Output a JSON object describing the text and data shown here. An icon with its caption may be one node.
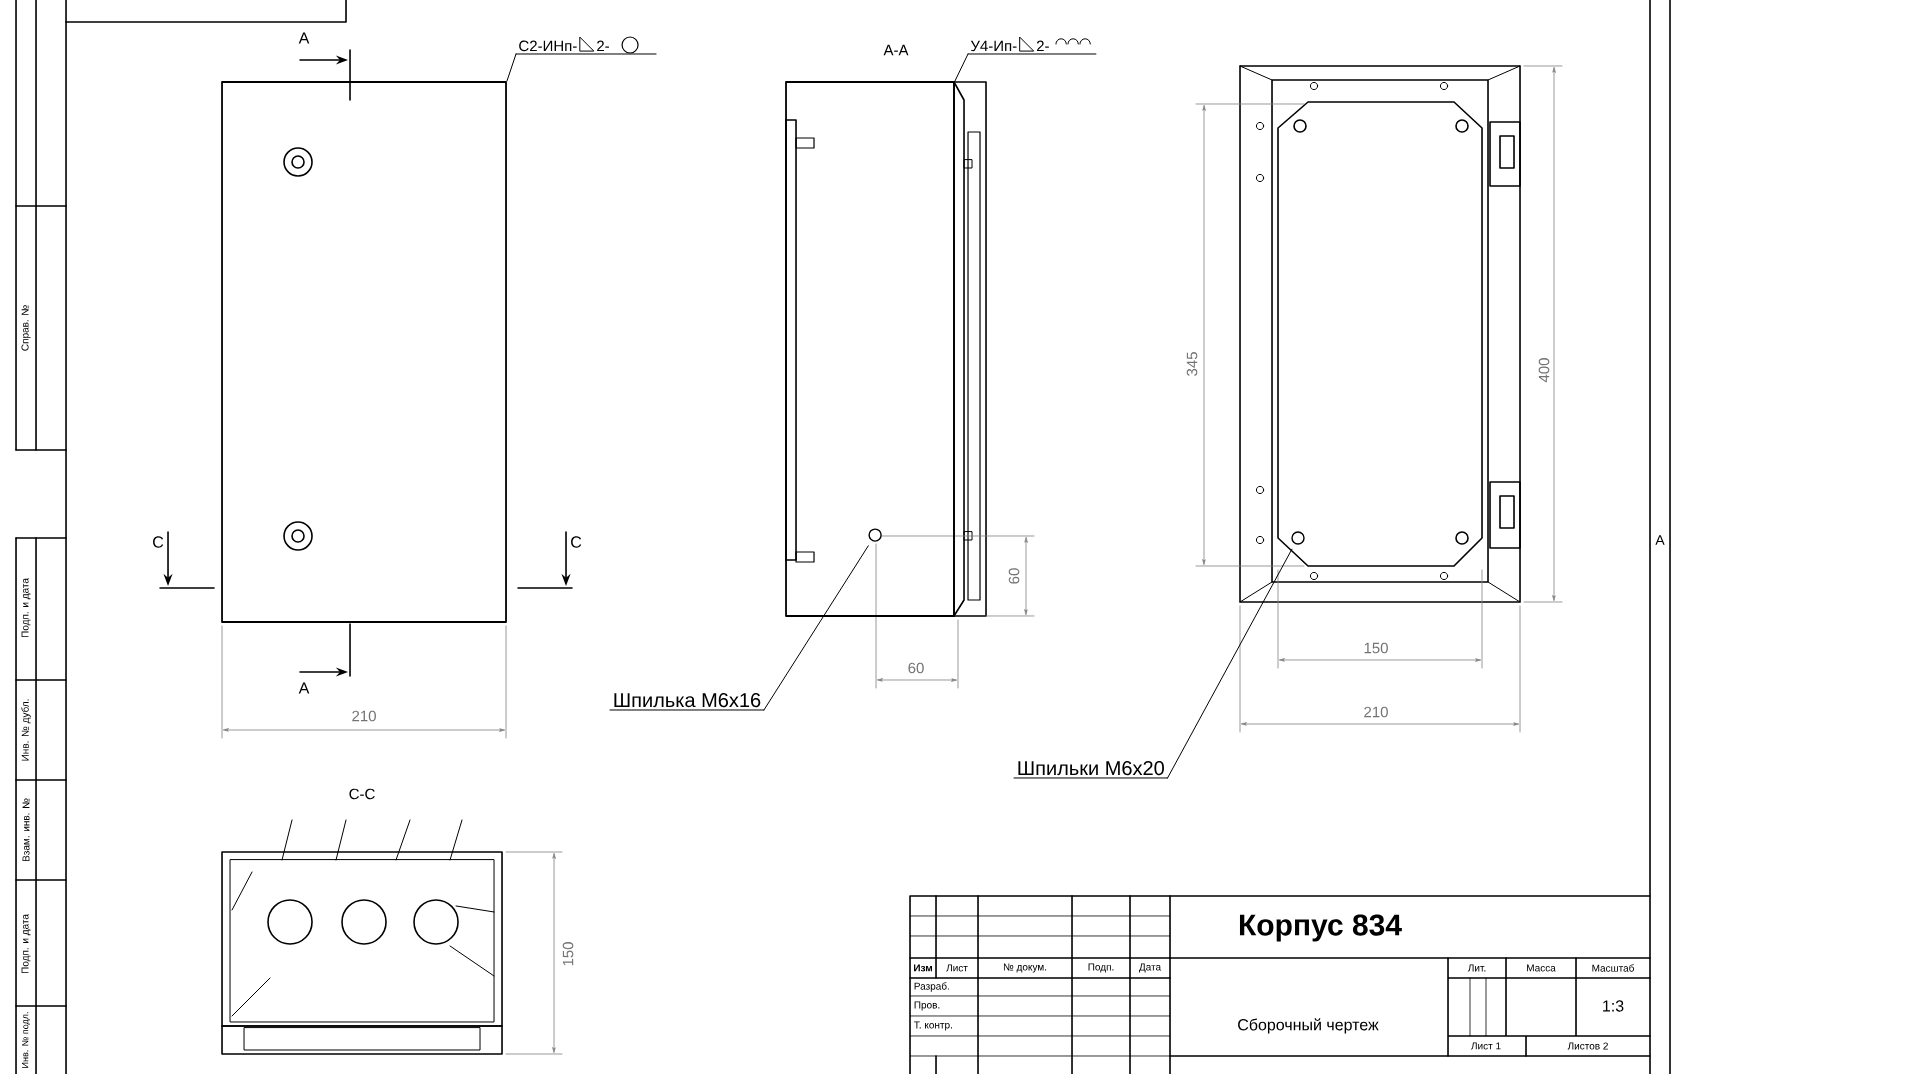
{
  "diagram": {
    "nodes": [
      {
        "text": [
          "С2-ИНп-",
          "2-"
        ]
      },
      {
        "text": [],
        "shape": "box"
      },
      {
        "text": [
          "У4-Ип-",
          "2-"
        ]
      },
      {
        "text": [],
        "shape": "box"
      },
      {
        "text": [
          "Шпилька М6х16"
        ]
      },
      {
        "text": [],
        "shape": "circle",
        "in": 3
      },
      {
        "text": [
          "Шпильки М6х20"
        ]
      },
      {
        "text": [],
        "shape": "circle"
      }
    ],
    "edges": [
      {
        "from": 0,
        "to": 1,
        "arrow": "none"
      },
      {
        "from": 2,
        "to": 3,
        "arrow": "none"
      },
      {
        "from": 4,
        "to": 5,
        "arrow": "none"
      },
      {
        "from": 6,
        "to": 7,
        "arrow": "none"
      }
    ],
    "labels": [
      "А",
      "А-А",
      "С",
      "С",
      "А",
      "210",
      "60",
      "60",
      "345",
      "400",
      "150",
      "210",
      "А",
      "С-С",
      "150",
      "Справ. №",
      "Подп. и дата",
      "Инв. № дубл.",
      "Взам. инв. №",
      "Подп. и дата",
      "Инв. № подл.",
      "Корпус 834",
      "Изм",
      "Лист",
      "№ докум.",
      "Подп.",
      "Дата",
      "Разраб.",
      "Пров.",
      "Т. контр.",
      "Сборочный чертеж",
      "Лит.",
      "Масса",
      "Масштаб",
      "1:3",
      "Лист 1",
      "Листов 2"
    ]
  }
}
